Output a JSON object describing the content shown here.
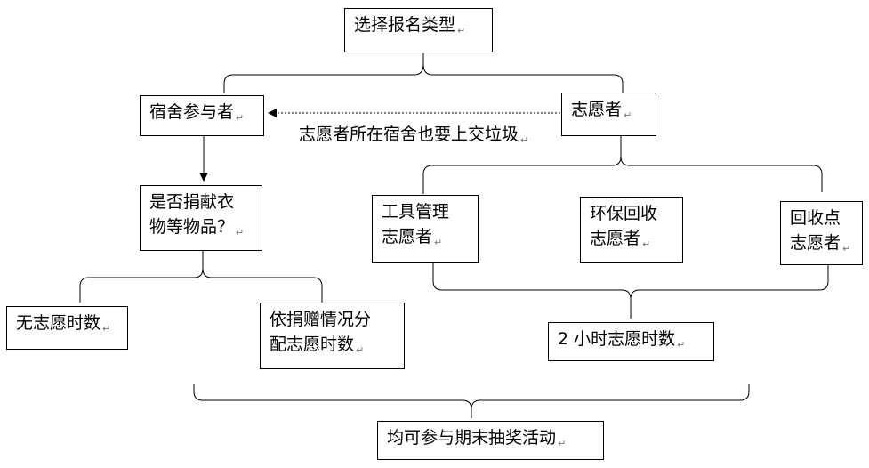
{
  "nodes": {
    "select_type": "选择报名类型",
    "dorm_participant": "宿舍参与者",
    "volunteer": "志愿者",
    "donate_question": [
      "是否捐献衣",
      "物等物品？"
    ],
    "tool_volunteer": [
      "工具管理",
      "志愿者"
    ],
    "eco_volunteer": [
      "环保回收",
      "志愿者"
    ],
    "recycle_volunteer": [
      "回收点",
      "志愿者"
    ],
    "no_hours": "无志愿时数",
    "hours_by_donation": [
      "依捐赠情况分",
      "配志愿时数"
    ],
    "two_hours": "2 小时志愿时数",
    "lottery": "均可参与期末抽奖活动"
  },
  "edge_labels": {
    "volunteer_to_dorm": "志愿者所在宿舍也要上交垃圾"
  },
  "paragraph_mark": "↵"
}
